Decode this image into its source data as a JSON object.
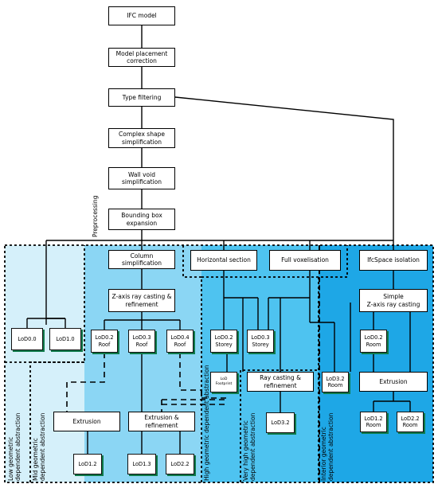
{
  "colors": {
    "low": "#d5f0fa",
    "mid": "#8bd6f4",
    "high": "#4ec3f0",
    "very_high": "#29b7ec",
    "interior": "#1ea7e6",
    "shadow": "#0f7a4a"
  },
  "preprocessing": {
    "label": "Preprocessing",
    "ifc_model": "IFC model",
    "placement": "Model placement\ncorrection",
    "type_filtering": "Type filtering",
    "complex_shape": "Complex shape\nsimplification",
    "wall_void": "Wall void\nsimplification",
    "bounding_box": "Bounding box\nexpansion"
  },
  "regions": {
    "low": "Low geometric\ndependent abstraction",
    "mid": "Mid geometric\ndependent abstraction",
    "high": "High geometric dependent abstraction",
    "very_high": "Very high geometric\ndependent abstraction",
    "interior": "Interior geometric\ndependent abstraction"
  },
  "nodes": {
    "column_simplification": "Column simplification",
    "horizontal_section": "Horizontal section",
    "full_voxelisation": "Full voxelisation",
    "ifcspace_isolation": "IfcSpace isolation",
    "lod00": "LoD0.0",
    "lod10": "LoD1.0",
    "zaxis": "Z-axis ray casting &\nrefinement",
    "lod02_roof": "LoD0.2\nRoof",
    "lod03_roof": "LoD0.3\nRoof",
    "lod04_roof": "LoD0.4\nRoof",
    "lod02_storey": "LoD0.2\nStorey",
    "lod03_storey": "LoD0.3\nStorey",
    "lod_footprint": "LoD\nFootprint",
    "ray_casting": "Ray casting &\nrefinement",
    "lod32": "LoD3.2",
    "simple_zaxis": "Simple\nZ-axis ray casting",
    "lod02_room": "LoD0.2\nRoom",
    "lod32_room": "LoD3.2\nRoom",
    "extrusion_room": "Extrusion",
    "lod12_room": "LoD1.2\nRoom",
    "lod22_room": "LoD2.2\nRoom",
    "extrusion": "Extrusion",
    "extrusion_refinement": "Extrusion &\nrefinement",
    "lod12": "LoD1.2",
    "lod13": "LoD1.3",
    "lod22": "LoD2.2"
  }
}
